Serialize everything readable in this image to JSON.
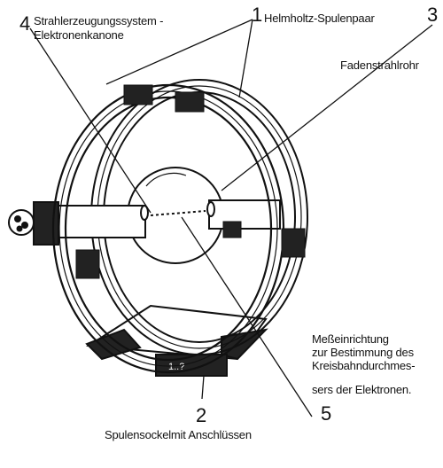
{
  "labels": {
    "l4a": "Strahlerzeugungssystem -",
    "l4b": "Elektronenkanone",
    "l1": "Helmholtz-Spulenpaar",
    "l3": "Fadenstrahlrohr",
    "l5a": "Meßeinrichtung",
    "l5b": "zur Bestimmung des",
    "l5c": "Kreisbahndurchmes-",
    "l5d": "sers der Elektronen.",
    "l2": "Spulensockelmit Anschlüssen"
  },
  "numbers": {
    "n1": "1",
    "n2": "2",
    "n3": "3",
    "n4": "4",
    "n5": "5"
  },
  "base_marking": "1..?",
  "colors": {
    "ink": "#111111",
    "background": "#ffffff"
  }
}
